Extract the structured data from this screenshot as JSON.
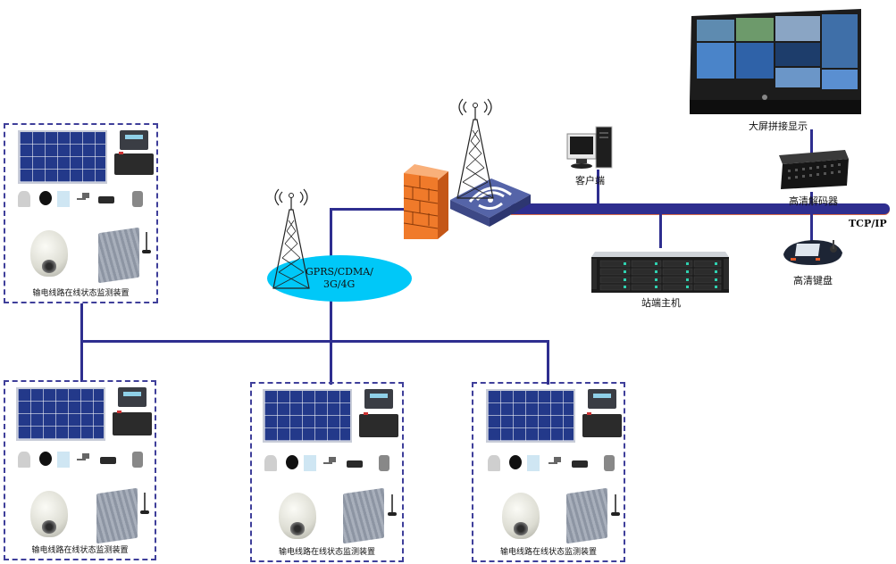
{
  "diagram": {
    "title": "",
    "network_bus_label": "TCP/IP",
    "wireless_cloud_label_line1": "GPRS/CDMA/",
    "wireless_cloud_label_line2": "3G/4G",
    "nodes": {
      "video_wall": {
        "label": "大屏拼接显示",
        "icon": "video-wall-icon"
      },
      "hd_decoder": {
        "label": "高清解码器",
        "icon": "decoder-icon"
      },
      "client": {
        "label": "客户端",
        "icon": "desktop-computer-icon"
      },
      "station_host": {
        "label": "站端主机",
        "icon": "rack-server-icon"
      },
      "hd_keyboard": {
        "label": "高清键盘",
        "icon": "control-keyboard-icon"
      },
      "firewall": {
        "label": "",
        "icon": "firewall-icon"
      },
      "wireless_router": {
        "label": "",
        "icon": "wireless-router-icon"
      },
      "base_tower_main": {
        "label": "",
        "icon": "radio-tower-icon"
      },
      "base_tower_cloud": {
        "label": "",
        "icon": "radio-tower-icon"
      }
    },
    "stations": [
      {
        "caption": "输电线路在线状态监测装置"
      },
      {
        "caption": "输电线路在线状态监测装置"
      },
      {
        "caption": "输电线路在线状态监测装置"
      },
      {
        "caption": "输电线路在线状态监测装置"
      }
    ],
    "station_components": [
      "solar-panel-icon",
      "charge-controller-icon",
      "battery-icon",
      "sensor-icons",
      "ptz-dome-camera-icon",
      "monitoring-terminal-icon",
      "antenna-icon"
    ],
    "colors": {
      "wire": "#2e2e8f",
      "cloud": "#00c8f8",
      "firewall": "#f07a2a",
      "router": "#4a5aa0",
      "station_border": "#3f3f9a"
    }
  }
}
